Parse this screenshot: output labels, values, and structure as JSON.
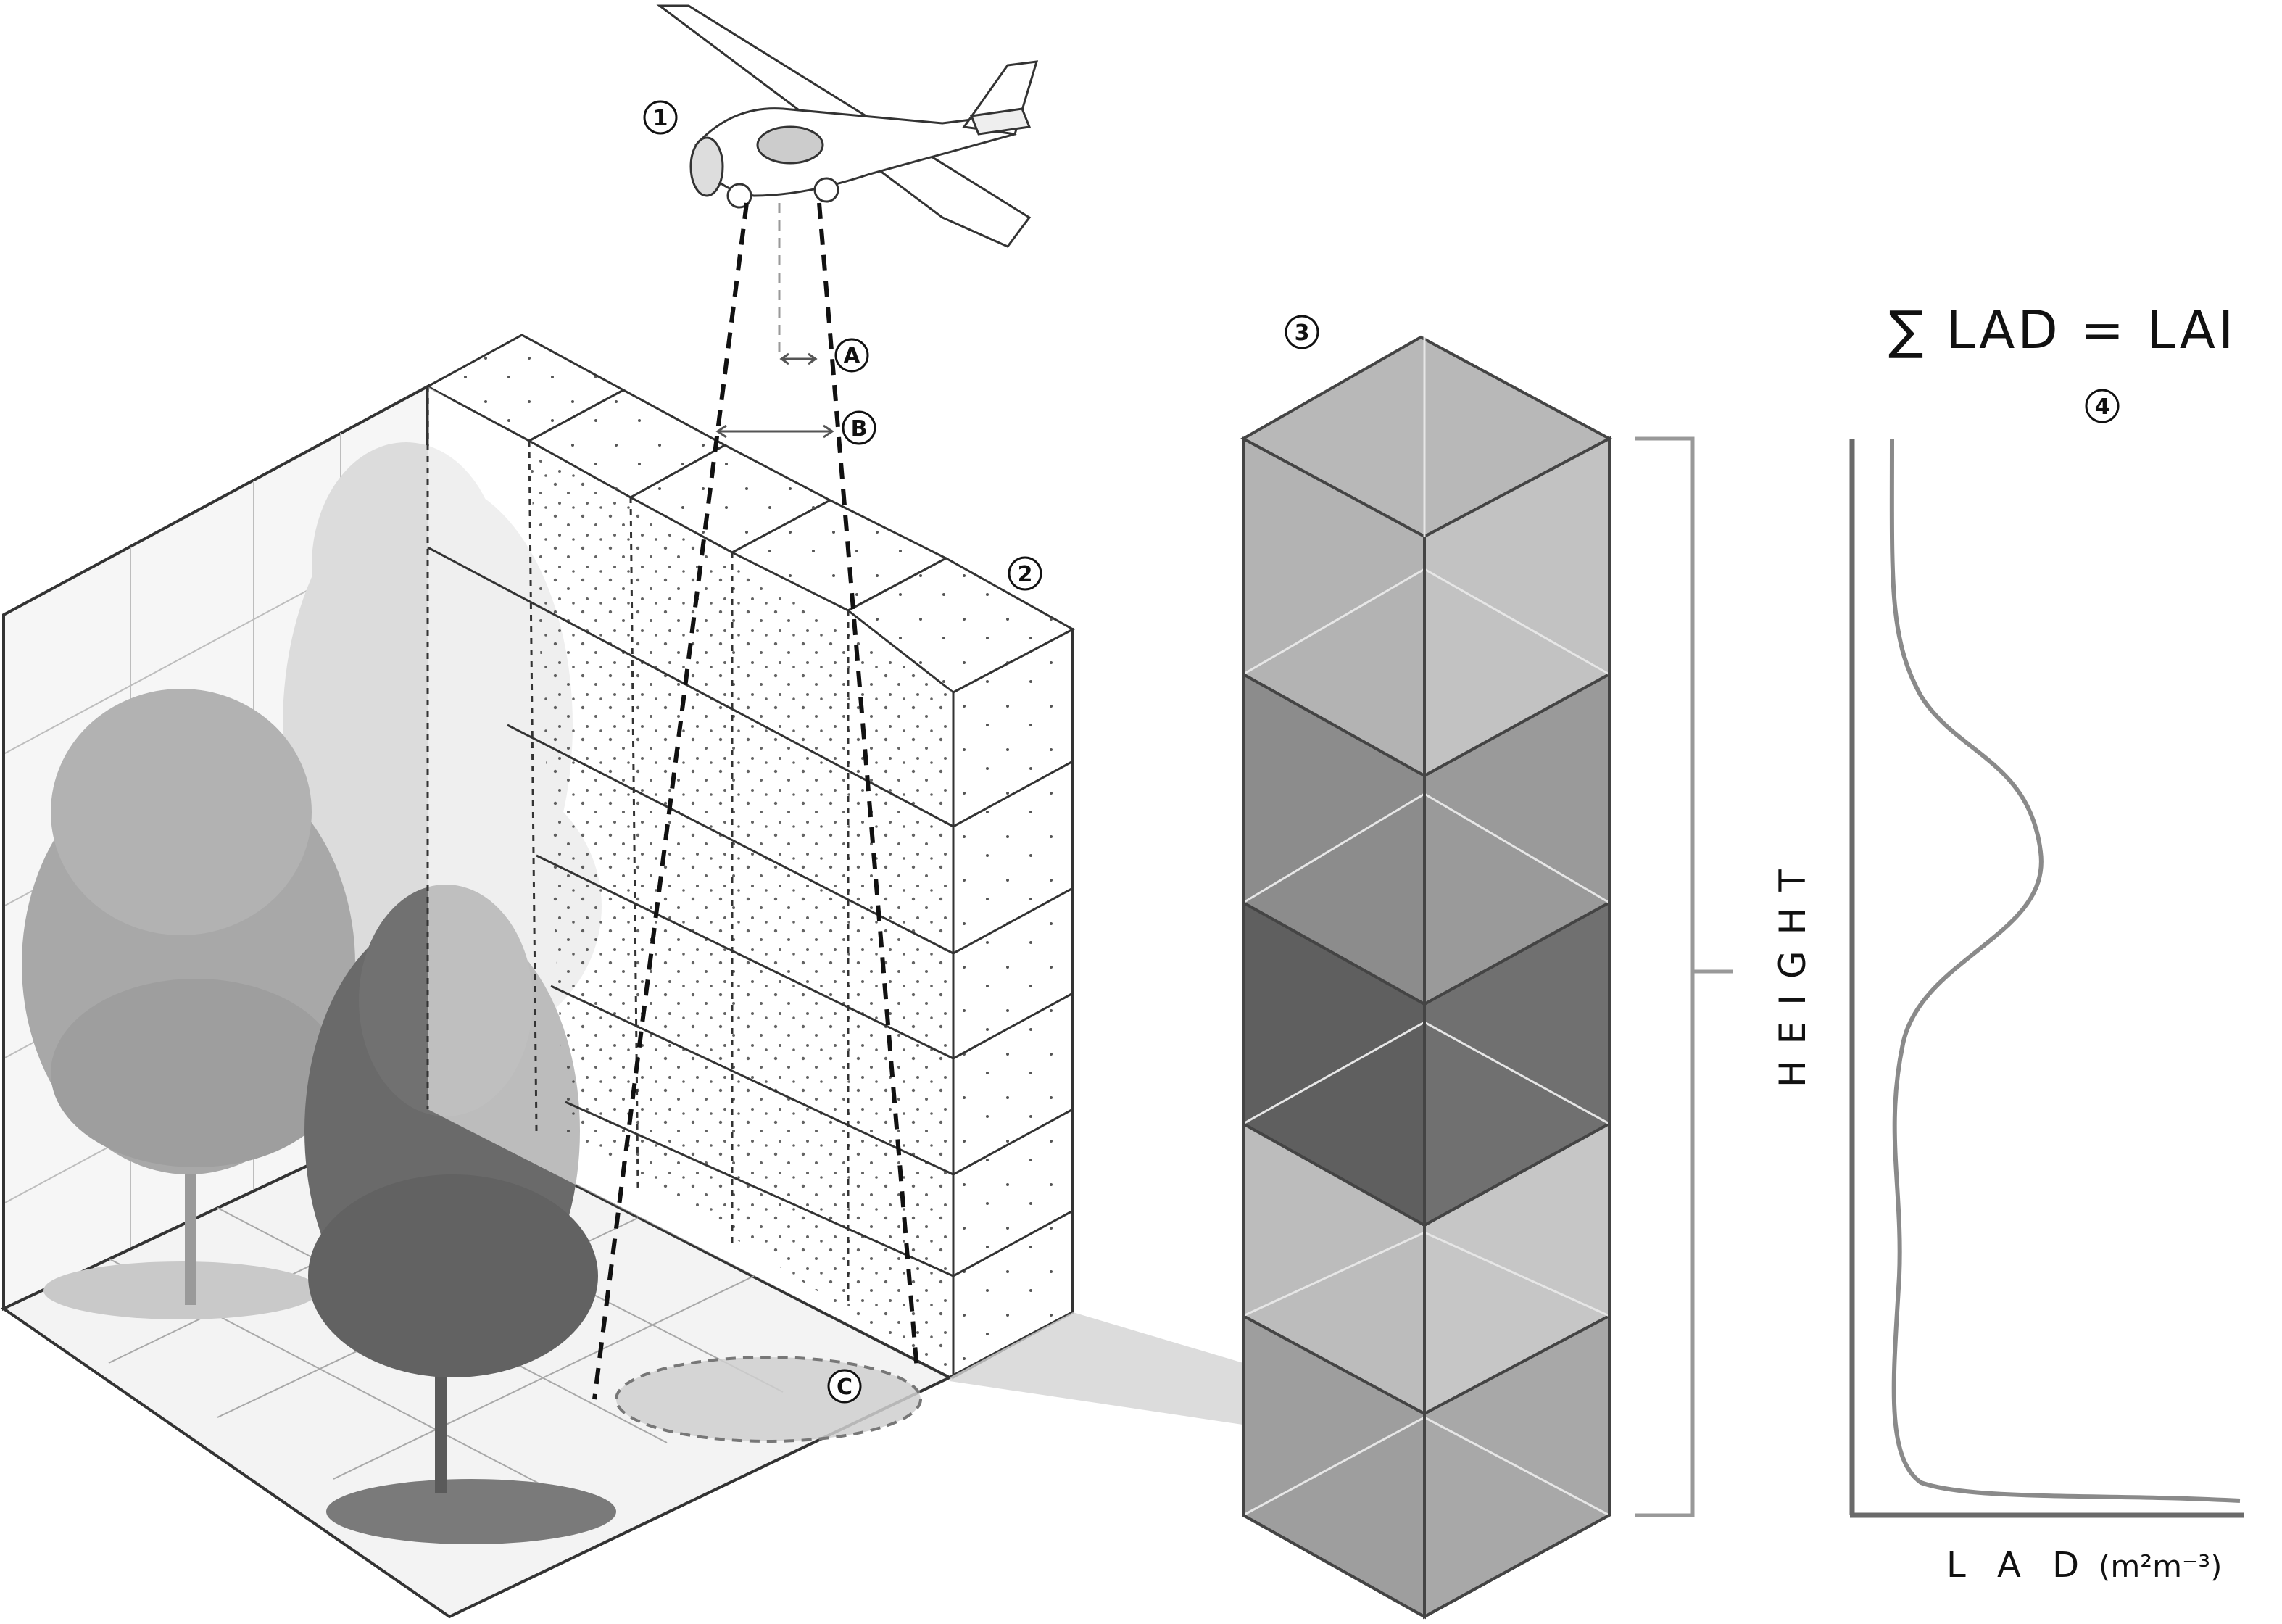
{
  "markers": {
    "m1": "1",
    "m2": "2",
    "m3": "3",
    "m4": "4",
    "mA": "A",
    "mB": "B",
    "mC": "C"
  },
  "equation": "∑ LAD = LAI",
  "profile": {
    "ylabel": "HEIGHT",
    "xlabel": "L A D",
    "xunit": "(m²m⁻³)"
  },
  "colors": {
    "dark_gray": "#5a5a5a",
    "mid_gray": "#8c8c8c",
    "light_gray": "#c4c4c4",
    "pale_gray": "#dcdcdc",
    "line": "#333333",
    "curve": "#8a8a8a"
  }
}
